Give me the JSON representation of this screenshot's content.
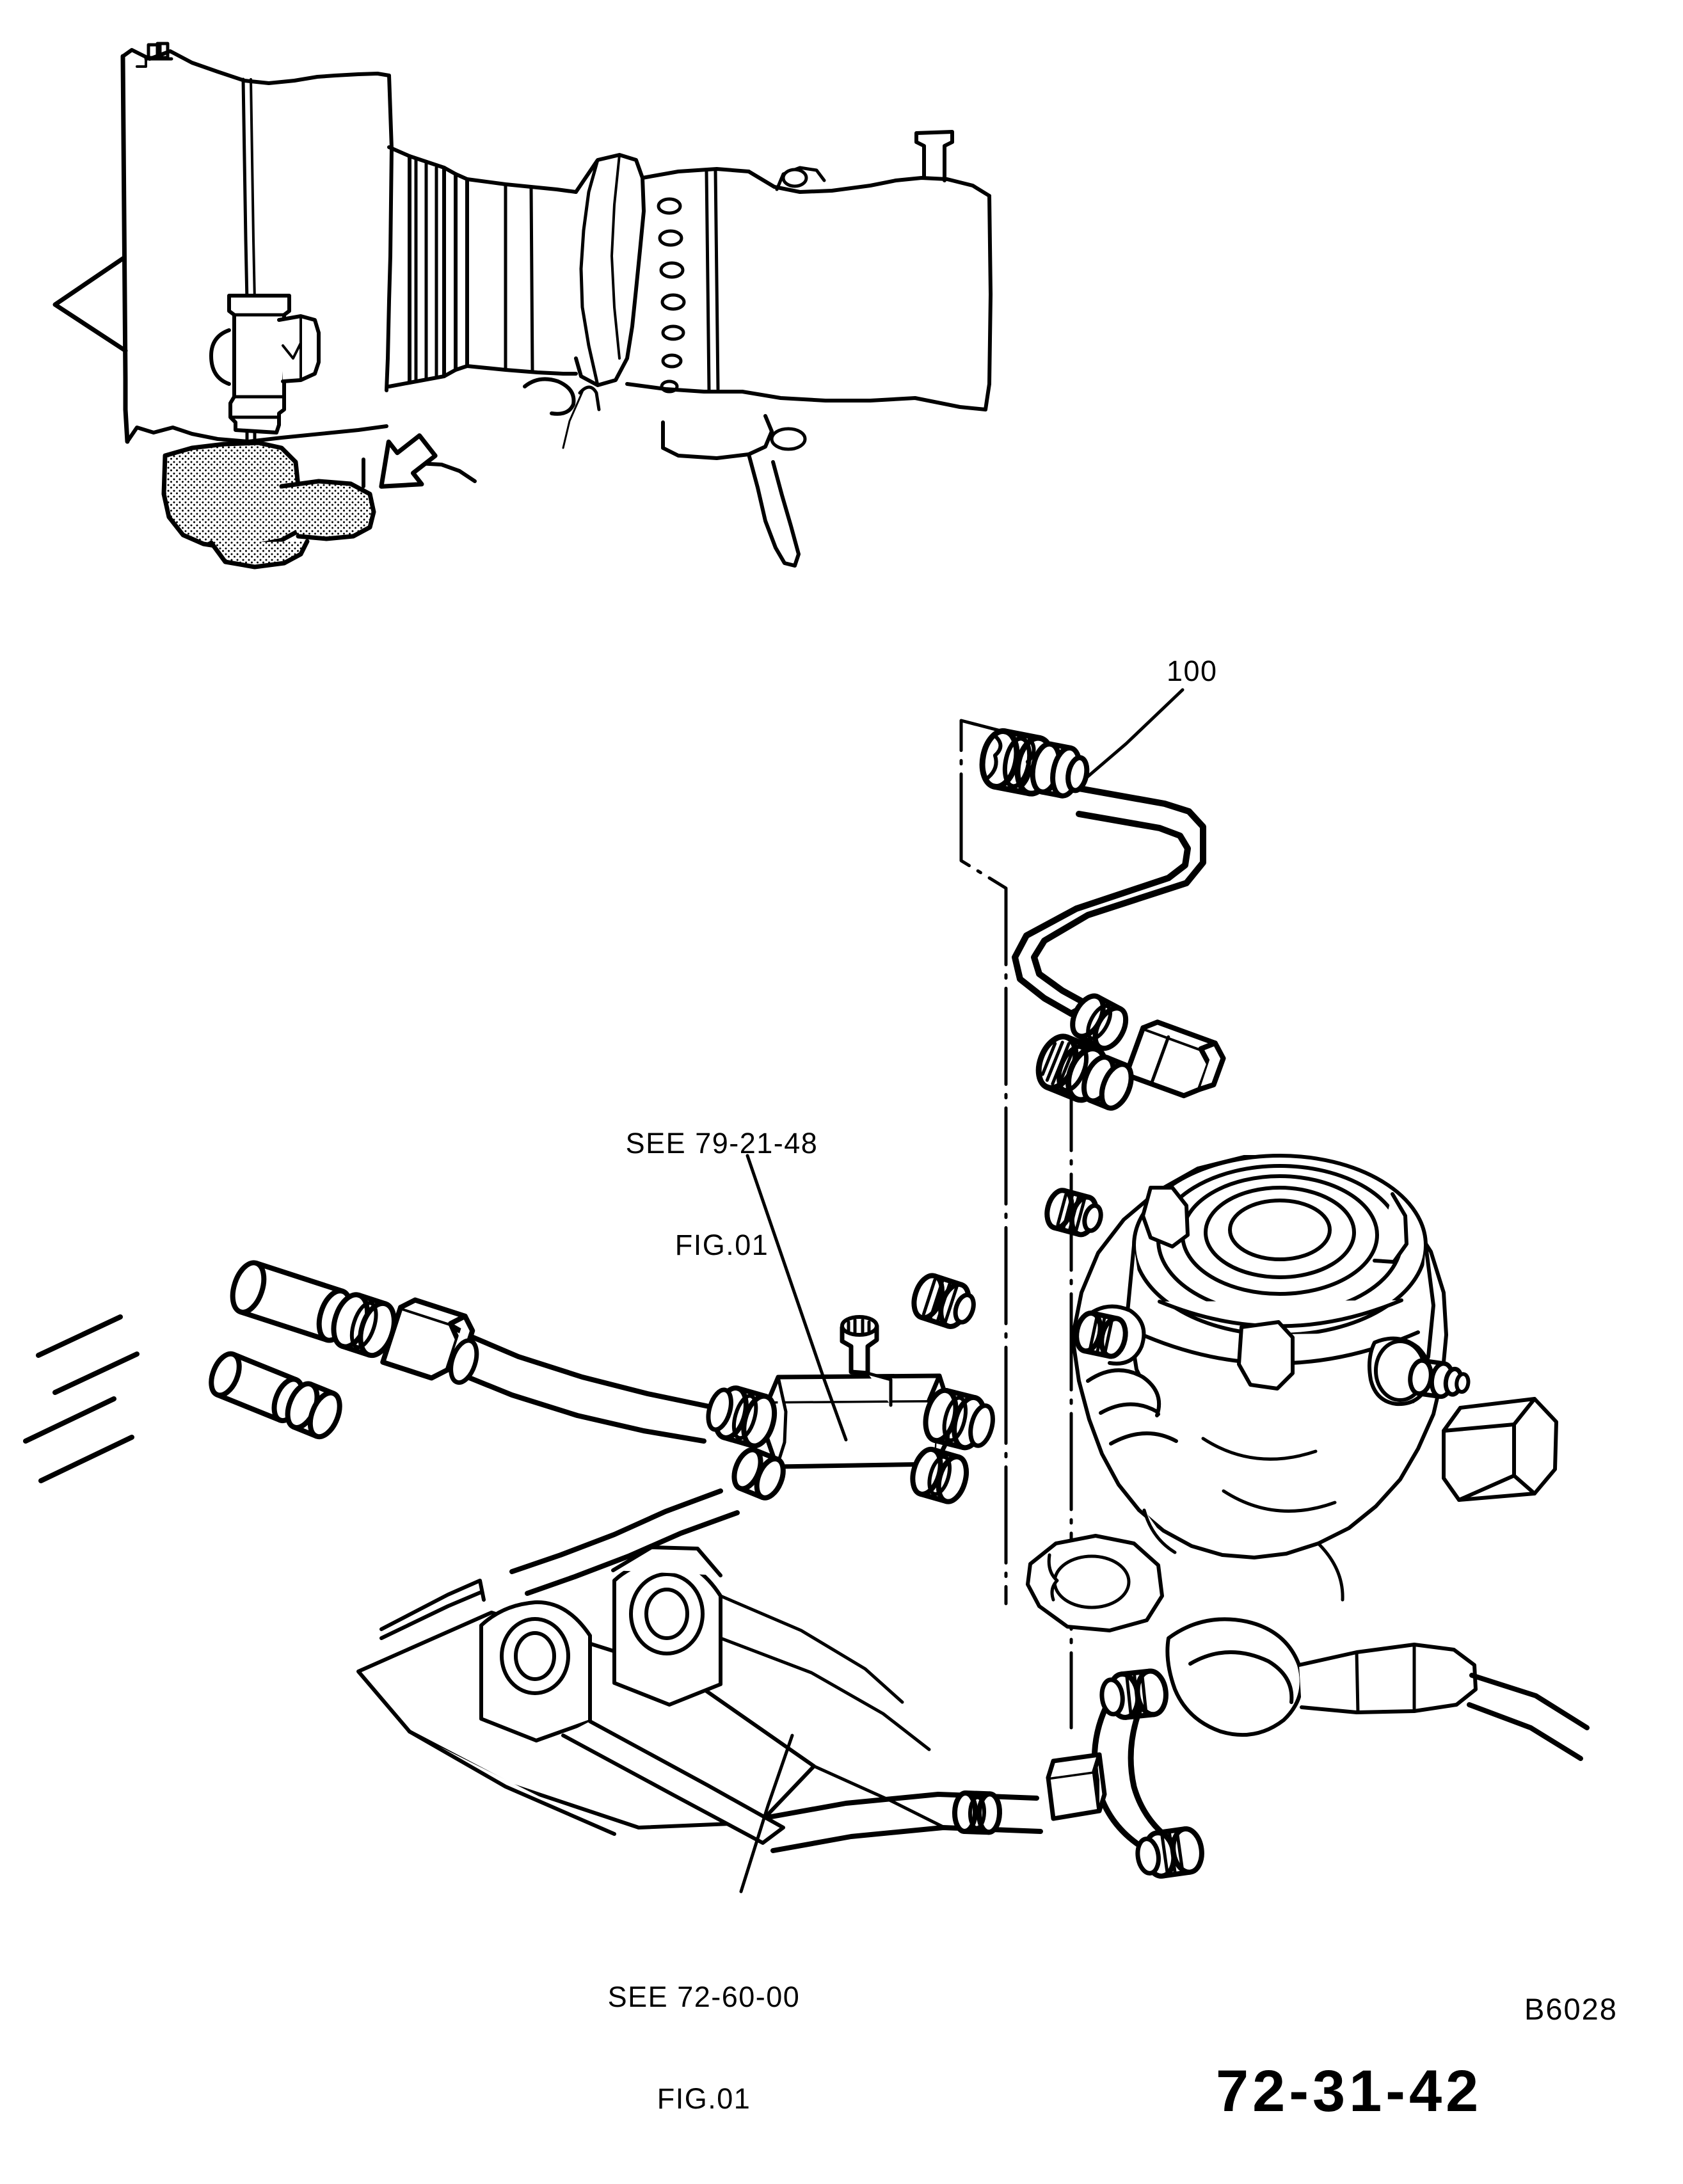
{
  "document": {
    "type": "aircraft-engine-illustrated-parts-catalog-figure",
    "drawing_number": "B6028",
    "footer_partial_text": "72-31-42"
  },
  "callouts": [
    {
      "id": "item-100",
      "text": "100",
      "describes": "tube assembly with B-nut couplings"
    }
  ],
  "references": [
    {
      "id": "ref-79-21-48",
      "line1": "SEE 79-21-48",
      "line2": "FIG.01"
    },
    {
      "id": "ref-72-60-00",
      "line1": "SEE 72-60-00",
      "line2": "FIG.01"
    }
  ],
  "insets": {
    "engine_locator": {
      "name": "engine-locator-inset",
      "description": "line drawing of turbofan engine with fan case, combustor and accessory gearbox; stippled gearbox region and view-direction arrow"
    }
  },
  "main_view": {
    "name": "fuel-pump-and-tube-installation",
    "parts": [
      "tube-assembly",
      "b-nut-coupling-upper",
      "b-nut-coupling-lower",
      "elbow-fitting",
      "fuel-pump-housing",
      "pump-drive-pad",
      "manifold-block",
      "mounting-bracket",
      "union-fittings"
    ]
  },
  "colors": {
    "ink": "#000000",
    "paper": "#ffffff"
  }
}
